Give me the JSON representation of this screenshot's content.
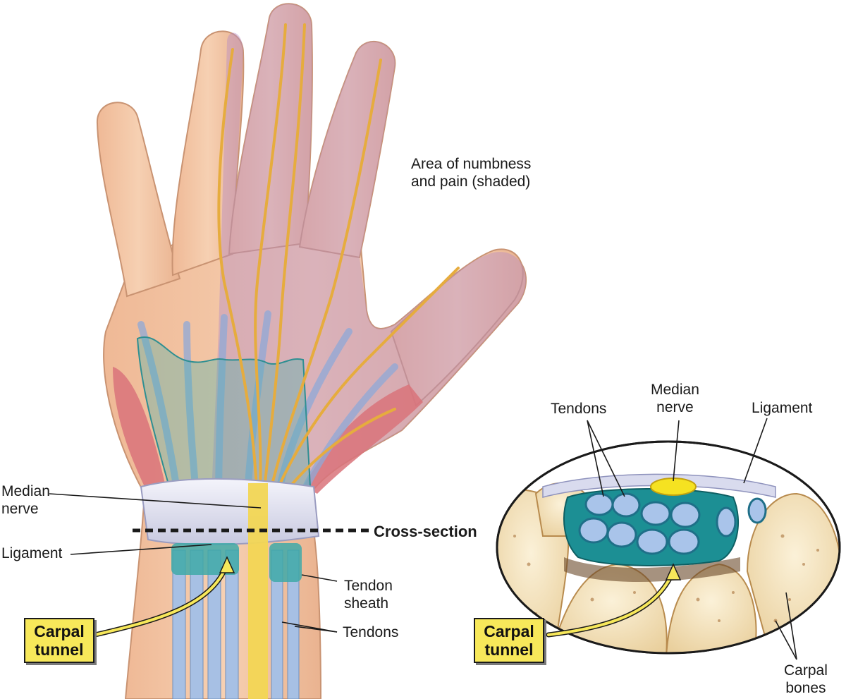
{
  "labels": {
    "numbness_line1": "Area of numbness",
    "numbness_line2": "and pain (shaded)",
    "median_nerve_left_line1": "Median",
    "median_nerve_left_line2": "nerve",
    "cross_section": "Cross-section",
    "ligament_left": "Ligament",
    "tendon_sheath_line1": "Tendon",
    "tendon_sheath_line2": "sheath",
    "tendons_left": "Tendons",
    "tendons_right": "Tendons",
    "median_nerve_right_line1": "Median",
    "median_nerve_right_line2": "nerve",
    "ligament_right": "Ligament",
    "carpal_bones_line1": "Carpal",
    "carpal_bones_line2": "bones"
  },
  "callouts": {
    "carpal_tunnel_left_line1": "Carpal",
    "carpal_tunnel_left_line2": "tunnel",
    "carpal_tunnel_right_line1": "Carpal",
    "carpal_tunnel_right_line2": "tunnel"
  },
  "colors": {
    "skin": "#f3c9a6",
    "numb_shade": "#c9a3c8",
    "nerve": "#e9b24a",
    "tendon": "#9db8dd",
    "sheath": "#3fa9a8",
    "muscle": "#d9737a",
    "ligament": "#e6e6f2",
    "bone": "#f4e2bf",
    "callout": "#f7e85a"
  }
}
